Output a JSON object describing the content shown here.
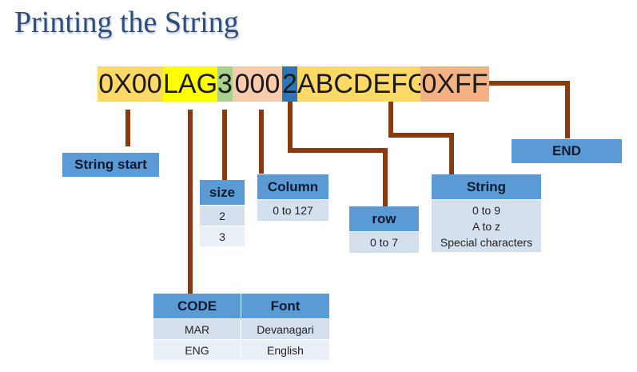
{
  "title": "Printing the String",
  "strip": {
    "segments": [
      {
        "text": "0X00",
        "color": "#ffd966"
      },
      {
        "text": "LAG",
        "color": "#ffff00"
      },
      {
        "text": "3",
        "color": "#a9d18e"
      },
      {
        "text": "000",
        "color": "#f8cbad"
      },
      {
        "text": "2",
        "color": "#2e75b6"
      },
      {
        "text": "ABCDEFG",
        "color": "#ffd966"
      },
      {
        "text": "0XFF",
        "color": "#f4b183"
      }
    ]
  },
  "labels": {
    "string_start": "String start",
    "end": "END"
  },
  "size_table": {
    "header": "size",
    "rows": [
      "2",
      "3"
    ]
  },
  "column_table": {
    "header": "Column",
    "rows": [
      "0 to 127"
    ]
  },
  "row_table": {
    "header": "row",
    "rows": [
      "0 to 7"
    ]
  },
  "string_table": {
    "header": "String",
    "lines": [
      "0 to 9",
      "A to z",
      "Special characters"
    ]
  },
  "code_table": {
    "headers": [
      "CODE",
      "Font"
    ],
    "rows": [
      [
        "MAR",
        "Devanagari"
      ],
      [
        "ENG",
        "English"
      ]
    ]
  },
  "colors": {
    "connector": "#8b3a0f",
    "header_bg": "#5b9bd5",
    "title": "#2e4d7b"
  }
}
